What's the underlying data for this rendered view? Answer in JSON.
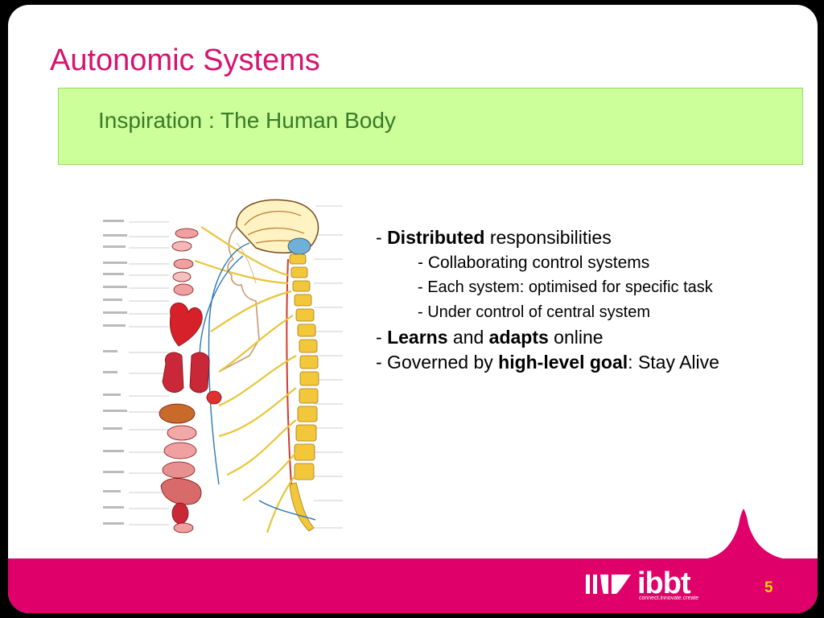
{
  "slide": {
    "title": "Autonomic Systems",
    "subtitle": "Inspiration : The Human Body",
    "bullets": {
      "l1": {
        "dash": "- ",
        "bold": "Distributed",
        "rest": " responsibilities"
      },
      "l2": {
        "text": "- Collaborating control systems"
      },
      "l3": {
        "text": "- Each system: optimised for specific task"
      },
      "l4": {
        "text": "- Under control of central system"
      },
      "l5": {
        "dash": "- ",
        "bold1": "Learns",
        "mid": " and ",
        "bold2": "adapts",
        "rest": " online"
      },
      "l6": {
        "pre": "- Governed by ",
        "bold": "high-level goal",
        "rest": ": Stay Alive"
      }
    },
    "page_number": "5"
  },
  "logo": {
    "text": "ibbt",
    "tagline": "connect.innovate.create"
  },
  "colors": {
    "title": "#d6136f",
    "subtitle_bg": "#ccff99",
    "footer": "#e0006a",
    "page_number": "#ffd400"
  },
  "figure": {
    "icon": "nervous-system-anatomy-illustration"
  }
}
